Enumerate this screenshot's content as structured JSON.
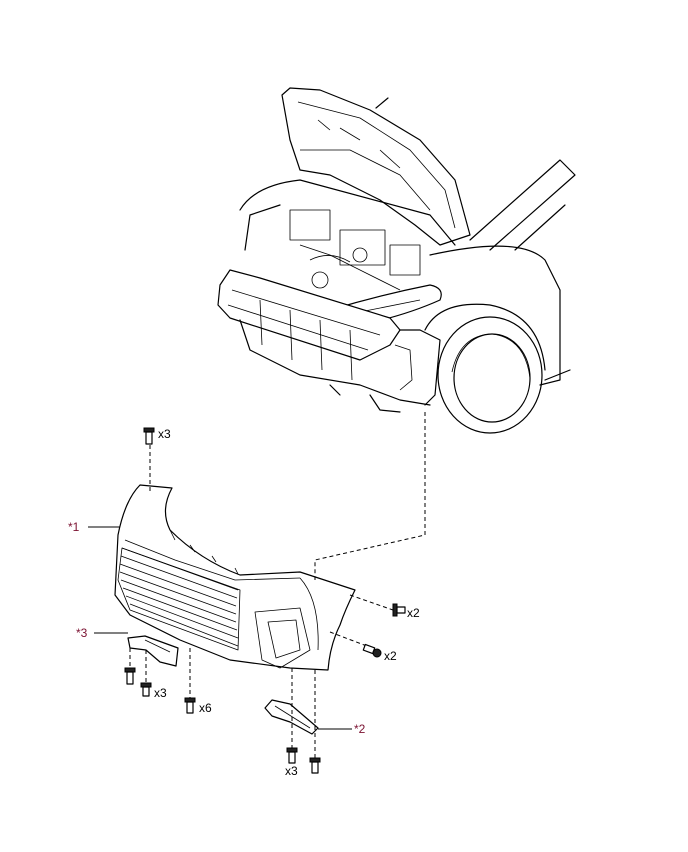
{
  "callouts": {
    "c1": "*1",
    "c2": "*2",
    "c3": "*3"
  },
  "quantities": {
    "top_bolts": "x3",
    "side_upper": "x2",
    "side_lower": "x2",
    "bottom_left": "x3",
    "bottom_center": "x6",
    "bottom_right": "x3"
  },
  "icons": {
    "fastener": "bolt-icon",
    "clip": "clip-icon"
  }
}
